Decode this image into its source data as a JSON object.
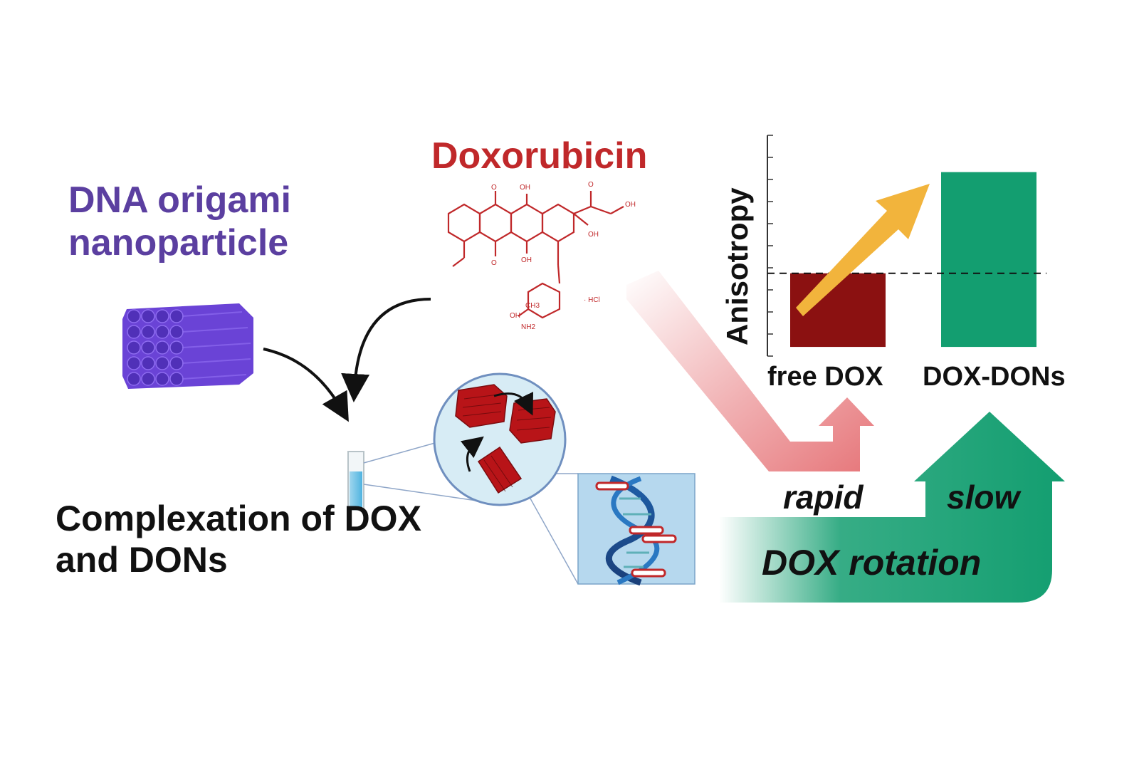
{
  "labels": {
    "origami_title": "DNA origami nanoparticle",
    "dox_title": "Doxorubicin",
    "complexation": "Complexation of DOX and DONs",
    "rapid": "rapid",
    "slow": "slow",
    "dox_rotation": "DOX rotation"
  },
  "molecule": {
    "oh": "OH",
    "o": "O",
    "nh2": "NH2",
    "ch3": "CH3",
    "hcl": "· HCl"
  },
  "chart_data": {
    "type": "bar",
    "categories": [
      "free DOX",
      "DOX-DONs"
    ],
    "values": [
      1.0,
      3.2
    ],
    "ylabel": "Anisotropy",
    "xlabel": "",
    "ylim": [
      -0.8,
      4.0
    ],
    "reference_line": 1.0,
    "colors": [
      "#8b1111",
      "#139e70"
    ]
  },
  "colors": {
    "purple": "#5b3fa0",
    "dox_red": "#c0282a",
    "green": "#139e70",
    "orange": "#f2b43c",
    "pink": "#e56f73"
  }
}
